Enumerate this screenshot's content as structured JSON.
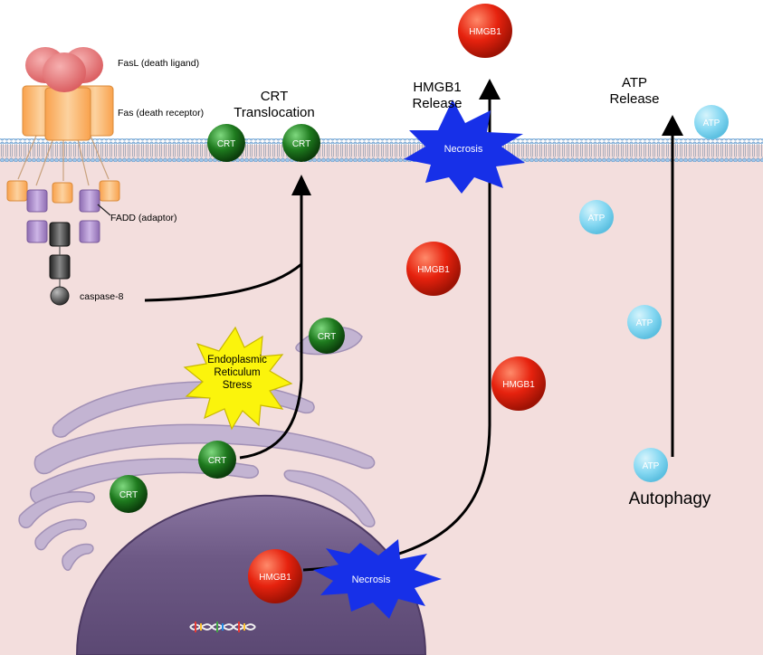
{
  "labels": {
    "fasl": "FasL (death ligand)",
    "fas": "Fas (death receptor)",
    "fadd": "FADD (adaptor)",
    "caspase8": "caspase-8",
    "crt_translocation_1": "CRT",
    "crt_translocation_2": "Translocation",
    "hmgb1_release_1": "HMGB1",
    "hmgb1_release_2": "Release",
    "atp_release_1": "ATP",
    "atp_release_2": "Release",
    "er_stress_1": "Endoplasmic",
    "er_stress_2": "Reticulum",
    "er_stress_3": "Stress",
    "necrosis_top": "Necrosis",
    "necrosis_bottom": "Necrosis",
    "autophagy": "Autophagy"
  },
  "molecules": {
    "crt": "CRT",
    "hmgb1": "HMGB1",
    "atp": "ATP"
  },
  "colors": {
    "extracellular": "#ffffff",
    "cytoplasm": "#f3dedd",
    "golgi": "#c3b4d2",
    "nucleus": "#6d5985",
    "crt": "#1e7a1e",
    "hmgb1": "#e6220e",
    "atp": "#86d8f2",
    "necrosis": "#1730e8",
    "er_stress": "#fbf40c",
    "fasl": "#ea7d7d",
    "fas": "#f9b770",
    "fadd": "#a98bc7"
  }
}
